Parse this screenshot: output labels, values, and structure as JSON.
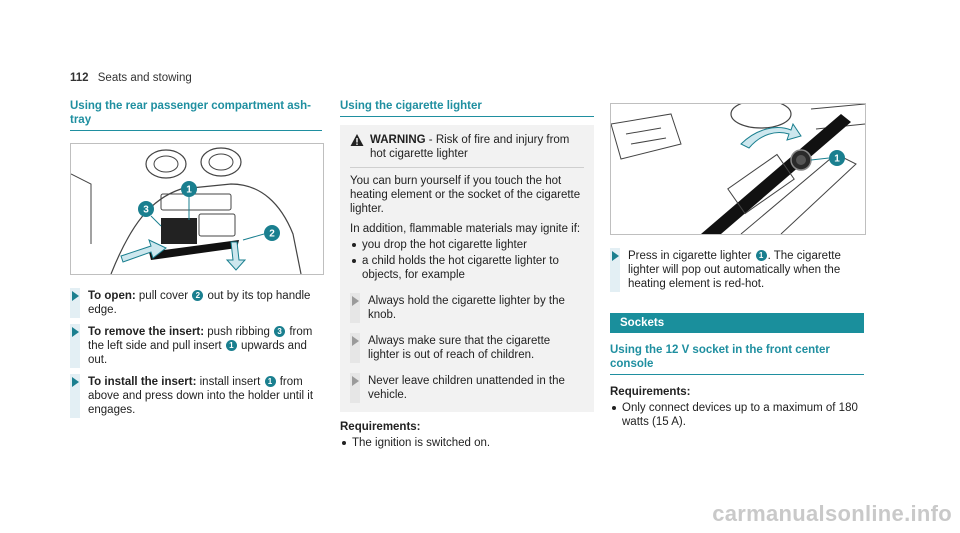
{
  "header": {
    "page_number": "112",
    "section": "Seats and stowing"
  },
  "col1": {
    "title": "Using the rear passenger compartment ash­tray",
    "steps": [
      {
        "bold": "To open:",
        "text_a": " pull cover ",
        "n1": "2",
        "text_b": " out by its top handle edge."
      },
      {
        "bold": "To remove the insert:",
        "text_a": " push ribbing ",
        "n1": "3",
        "text_b": " from the left side and pull insert ",
        "n2": "1",
        "text_c": " upwards and out."
      },
      {
        "bold": "To install the insert:",
        "text_a": " install insert ",
        "n1": "1",
        "text_b": " from above and press down into the holder until it engages."
      }
    ]
  },
  "col2": {
    "title": "Using the cigarette lighter",
    "warning": {
      "head_bold": "WARNING",
      "head_text": " - Risk of fire and injury from hot cigarette lighter",
      "p1": "You can burn yourself if you touch the hot heating element or the socket of the ciga­rette lighter.",
      "p2": "In addition, flammable materials may ignite if:",
      "bullets": [
        "you drop the hot cigarette lighter",
        "a child holds the hot cigarette lighter to objects, for example"
      ],
      "steps": [
        "Always hold the cigarette lighter by the knob.",
        "Always make sure that the cigarette lighter is out of reach of children.",
        "Never leave children unattended in the vehicle."
      ]
    },
    "requirements_label": "Requirements:",
    "requirements": [
      "The ignition is switched on."
    ]
  },
  "col3": {
    "step": {
      "text_a": "Press in cigarette lighter ",
      "n1": "1",
      "text_b": ". The cigarette lighter will pop out automati­cally when the heating element is red-hot."
    },
    "band": "Sockets",
    "subtitle": "Using the 12 V socket in the front center console",
    "requirements_label": "Requirements:",
    "requirements": [
      "Only connect devices up to a maximum of 180 watts (15 A)."
    ]
  },
  "figure1": {
    "callouts": [
      "1",
      "2",
      "3"
    ]
  },
  "figure2": {
    "callouts": [
      "1"
    ]
  },
  "watermark": "carmanualsonline.info",
  "colors": {
    "accent": "#1a8f9c",
    "step_bar": "#e3eff4",
    "warning_bg": "#f2f2f2"
  }
}
